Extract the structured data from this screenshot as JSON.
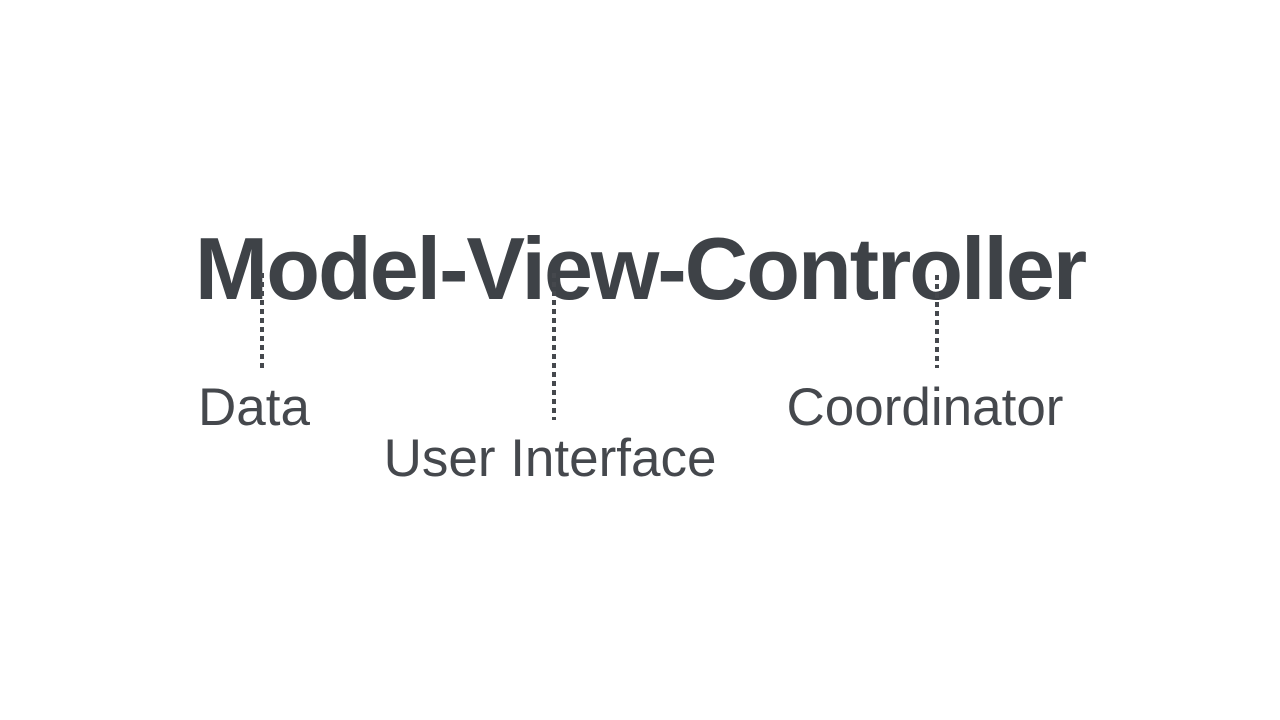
{
  "page": {
    "background_color": "#ffffff"
  },
  "diagram": {
    "title": "Model-View-Controller",
    "title_color": "#3e4247",
    "label_color": "#45484d",
    "connector_style": "dotted-vertical",
    "nodes": [
      {
        "annotates": "Model",
        "label": "Data"
      },
      {
        "annotates": "View",
        "label": "User Interface"
      },
      {
        "annotates": "Controller",
        "label": "Coordinator"
      }
    ]
  }
}
